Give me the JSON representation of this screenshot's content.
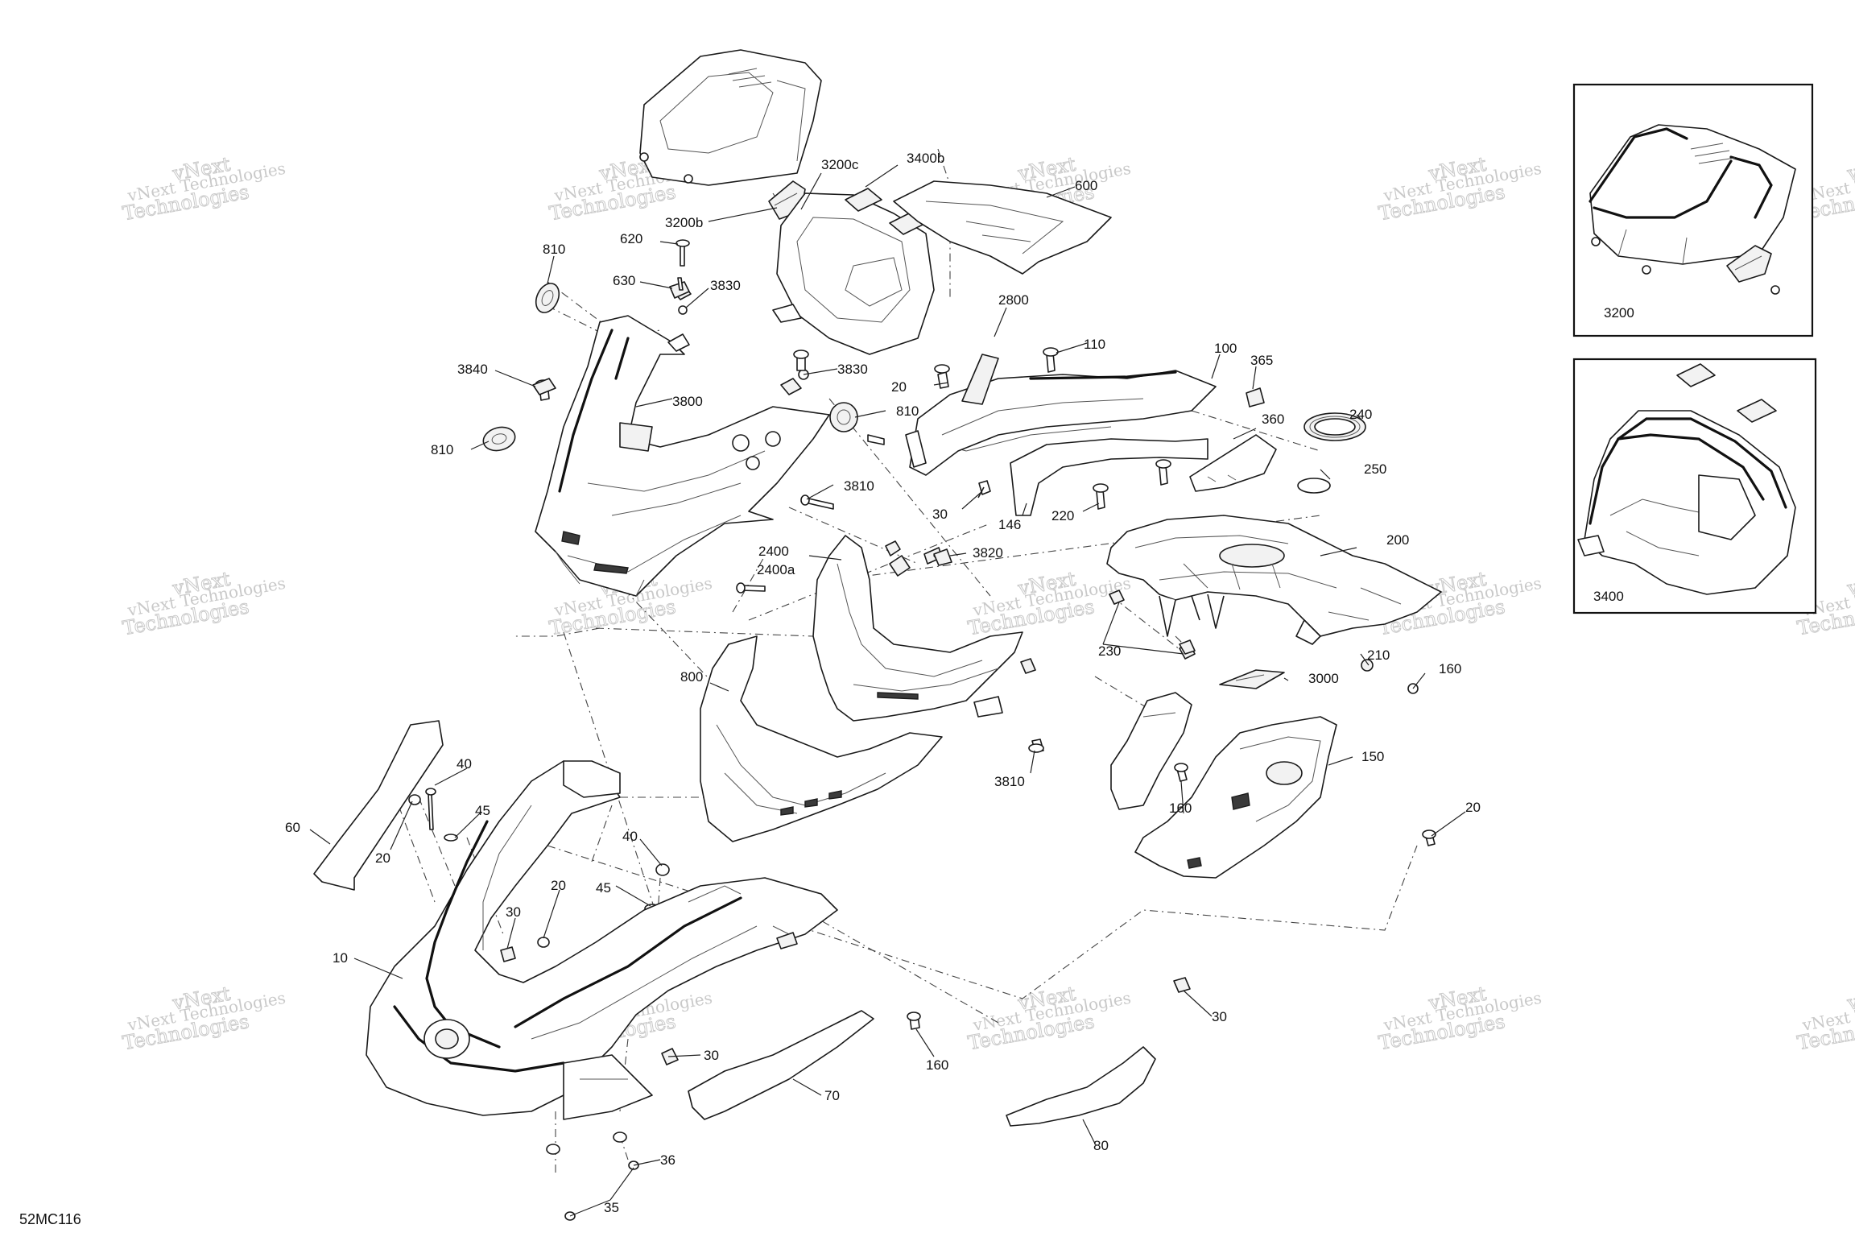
{
  "diagram": {
    "code": "52MC116",
    "watermark_line1": "vNext Technologies",
    "watermark_line2": "Technologies",
    "watermark_line3": "vNext",
    "callouts": {
      "c3200c": "3200c",
      "c3400b": "3400b",
      "c600": "600",
      "c3200b": "3200b",
      "c620": "620",
      "c810a": "810",
      "c630": "630",
      "c3830a": "3830",
      "c2800": "2800",
      "c110": "110",
      "c100": "100",
      "c365": "365",
      "c3840": "3840",
      "c3830b": "3830",
      "c20a": "20",
      "c3800": "3800",
      "c810b": "810",
      "c810c": "810",
      "c360": "360",
      "c240": "240",
      "c250": "250",
      "c3810a": "3810",
      "c30a": "30",
      "c146": "146",
      "c220": "220",
      "c2400": "2400",
      "c2400a": "2400a",
      "c3820": "3820",
      "c200": "200",
      "c230": "230",
      "c210": "210",
      "c160a": "160",
      "c3000": "3000",
      "c800": "800",
      "c150": "150",
      "c3810b": "3810",
      "c40a": "40",
      "c45a": "45",
      "c60": "60",
      "c20b": "20",
      "c160b": "160",
      "c20c": "20",
      "c40b": "40",
      "c45b": "45",
      "c20d": "20",
      "c30b": "30",
      "c10": "10",
      "c30c": "30",
      "c160c": "160",
      "c70": "70",
      "c30d": "30",
      "c80": "80",
      "c36": "36",
      "c35": "35"
    },
    "insets": {
      "top": {
        "label": "3200"
      },
      "bottom": {
        "label": "3400"
      }
    }
  }
}
